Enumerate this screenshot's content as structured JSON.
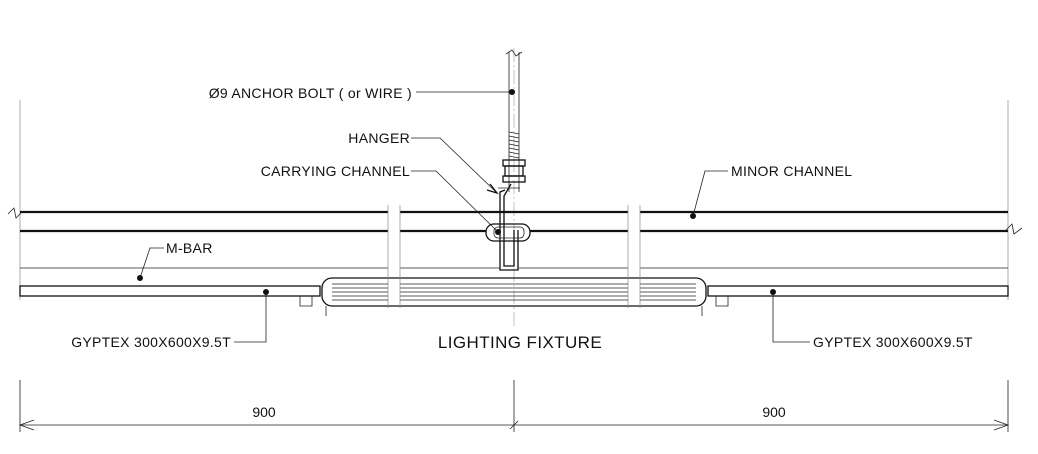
{
  "labels": {
    "anchor_bolt": "Ø9 ANCHOR BOLT ( or WIRE )",
    "hanger": "HANGER",
    "carrying_channel": "CARRYING CHANNEL",
    "minor_channel": "MINOR CHANNEL",
    "m_bar": "M-BAR",
    "gyptex_left": "GYPTEX 300X600X9.5T",
    "gyptex_right": "GYPTEX 300X600X9.5T",
    "lighting_fixture": "LIGHTING FIXTURE"
  },
  "dimensions": {
    "left": "900",
    "right": "900"
  }
}
